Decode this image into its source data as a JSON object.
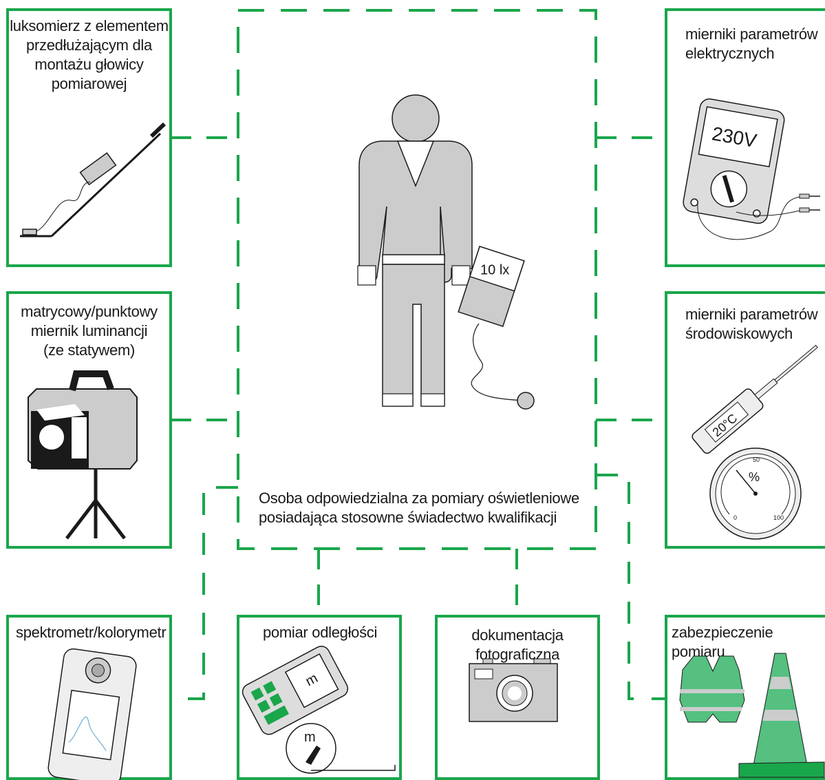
{
  "colors": {
    "accent": "#1aa64b",
    "figure": "#cccccc",
    "outline": "#1a1a1a"
  },
  "center": {
    "line1": "Osoba odpowiedzialna za pomiary oświetleniowe",
    "line2": "posiadająca stosowne świadectwo kwalifikacji",
    "meter_label": "10 lx"
  },
  "boxes": {
    "luxmeter": {
      "line1": "luksomierz z elementem",
      "line2": "przedłużającym dla",
      "line3": "montażu głowicy",
      "line4": "pomiarowej"
    },
    "luminance": {
      "line1": "matrycowy/punktowy",
      "line2": "miernik luminancji",
      "line3": "(ze statywem)"
    },
    "spectro": {
      "line1": "spektrometr/kolorymetr"
    },
    "distance": {
      "line1": "pomiar odległości",
      "screen": "m",
      "reel": "m"
    },
    "photo": {
      "line1": "dokumentacja",
      "line2": "fotograficzna"
    },
    "electrical": {
      "line1": "mierniki parametrów",
      "line2": "elektrycznych",
      "display": "230V"
    },
    "environment": {
      "line1": "mierniki parametrów",
      "line2": "środowiskowych",
      "thermo": "20°C",
      "hygro_unit": "%",
      "hygro_min": "0",
      "hygro_mid": "50",
      "hygro_max": "100"
    },
    "safety": {
      "line1": "zabezpieczenie pomiaru"
    }
  }
}
